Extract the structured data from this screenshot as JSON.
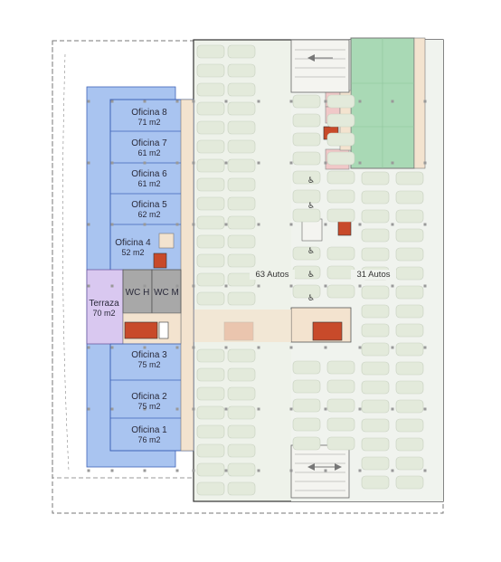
{
  "offices": [
    {
      "name": "Oficina 8",
      "area": "71 m2"
    },
    {
      "name": "Oficina 7",
      "area": "61 m2"
    },
    {
      "name": "Oficina 6",
      "area": "61 m2"
    },
    {
      "name": "Oficina 5",
      "area": "62 m2"
    },
    {
      "name": "Oficina 4",
      "area": "52 m2"
    },
    {
      "name": "Oficina 3",
      "area": "75 m2"
    },
    {
      "name": "Oficina 2",
      "area": "75 m2"
    },
    {
      "name": "Oficina 1",
      "area": "76 m2"
    }
  ],
  "terrace": {
    "name": "Terraza",
    "area": "70 m2"
  },
  "restrooms": {
    "men": "WC H",
    "women": "WC M"
  },
  "parking": {
    "left_count": "63 Autos",
    "right_count": "31 Autos"
  },
  "colors": {
    "office": "#a9c4f0",
    "office_border": "#3f63b8",
    "terrace": "#d9c8f0",
    "restroom": "#a8a8a8",
    "stair": "#c84a2a",
    "green_roof": "#a9d9b5",
    "parking_floor": "#eef2ea",
    "car_slot": "#e3eadb",
    "accent_beige": "#f3e3cf",
    "pink": "#f0c8c8"
  },
  "icons": [
    "accessible-parking-icon",
    "stair-icon",
    "traffic-arrow-icon"
  ]
}
